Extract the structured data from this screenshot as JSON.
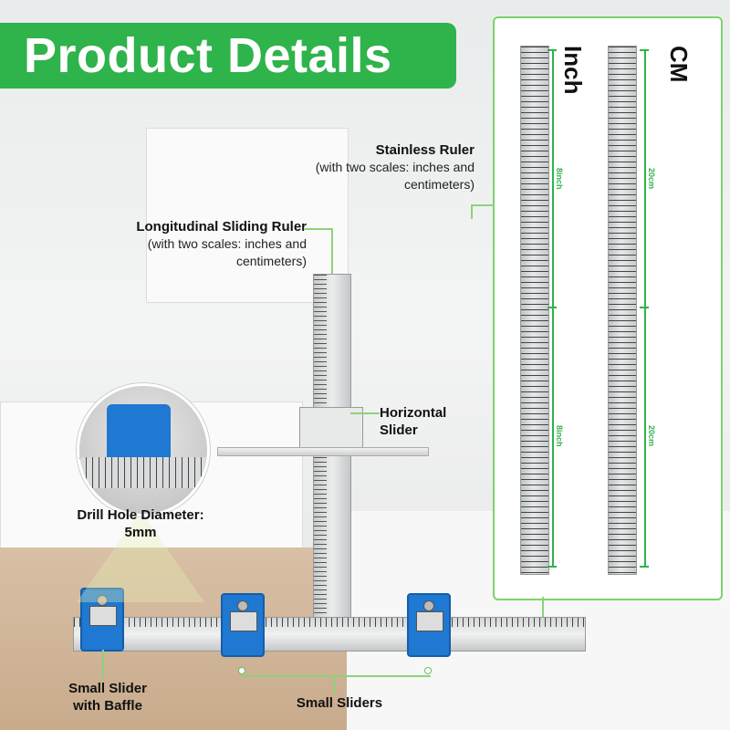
{
  "banner": {
    "title": "Product Details"
  },
  "labels": {
    "stainless_title": "Stainless Ruler",
    "stainless_sub": "(with two scales: inches and centimeters)",
    "longitudinal_title": "Longitudinal Sliding Ruler",
    "longitudinal_sub": "(with two scales: inches and centimeters)",
    "horizontal_slider": "Horizontal Slider",
    "drill_title": "Drill Hole Diameter:",
    "drill_value": "5mm",
    "small_slider_baffle": "Small Slider with Baffle",
    "small_sliders": "Small Sliders"
  },
  "panel": {
    "inch_title": "Inch",
    "cm_title": "CM",
    "inch_dim_top": "8inch",
    "inch_dim_bottom": "8inch",
    "cm_dim_top": "20cm",
    "cm_dim_bottom": "20cm"
  },
  "colors": {
    "accent": "#2fb34b",
    "slider_blue": "#1f78d1"
  }
}
